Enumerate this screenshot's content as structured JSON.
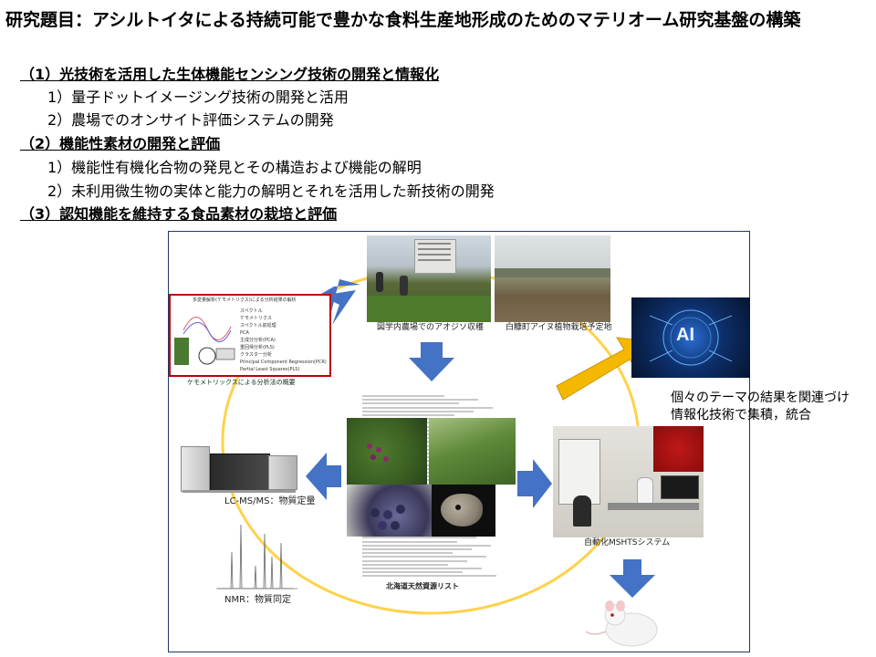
{
  "title": "研究題目：アシルトイタによる持続可能で豊かな食料生産地形成のためのマテリオーム研究基盤の構築",
  "sections": [
    {
      "label": "（1）光技術を活用した生体機能センシング技術の開発と情報化",
      "items": [
        "1）量子ドットイメージング技術の開発と活用",
        "2）農場でのオンサイト評価システムの開発"
      ]
    },
    {
      "label": "（2）機能性素材の開発と評価",
      "items": [
        "1）機能性有機化合物の発見とその構造および機能の解明",
        "2）未利用微生物の実体と能力の解明とそれを活用した新技術の開発"
      ]
    },
    {
      "label": "（3）認知機能を維持する食品素材の栽培と評価",
      "items": []
    }
  ],
  "diagram": {
    "captions": {
      "field_harvest": "図学内農場でのアオジソ収穫",
      "field_plan": "白糠町アイヌ植物栽培予定地",
      "chemometrics": "ケモメトリックスによる分析法の概要",
      "lcms": "LC-MS/MS：物質定量",
      "nmr": "NMR：物質同定",
      "resource_list": "北海道天然資源リスト",
      "mshts": "自動化MSHTSシステム"
    },
    "ai_label": "AI",
    "integration_note": [
      "個々のテーマの結果を関連づけ",
      "情報化技術で集積，統合"
    ],
    "chemo_panel_lines": [
      "多変量解析(ケモメトリクス)による分析結果の解析",
      "スペクトル",
      "ケモメトリクス",
      "スペクトル前処理",
      "PCA",
      "主成分分析(PCA)",
      "重回帰分析(PLS)",
      "クラスター分析",
      "Principal Component Regression(PCR)",
      "Partial Least Squares(PLS)"
    ],
    "colors": {
      "frame": "#1f3864",
      "arrow_blue": "#4472c4",
      "arrow_gold": "#f5b800",
      "circle": "#ffd24a"
    }
  }
}
